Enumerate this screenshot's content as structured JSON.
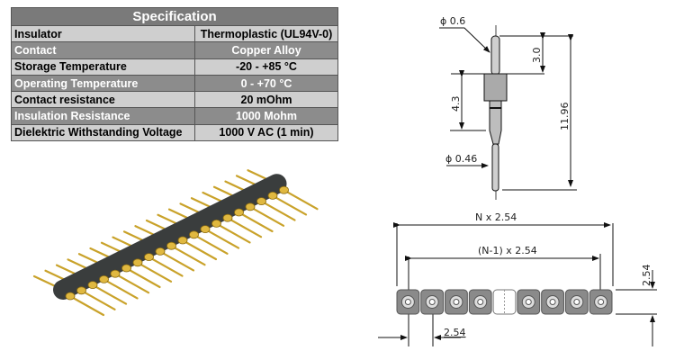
{
  "spec_table": {
    "title": "Specification",
    "rows": [
      {
        "label": "Insulator",
        "value": "Thermoplastic  (UL94V-0)"
      },
      {
        "label": "Contact",
        "value": "Copper Alloy"
      },
      {
        "label": "Storage Temperature",
        "value": "-20 - +85 °C"
      },
      {
        "label": "Operating Temperature",
        "value": "0 - +70 °C"
      },
      {
        "label": "Contact resistance",
        "value": "20 mOhm"
      },
      {
        "label": "Insulation Resistance",
        "value": "1000 Mohm"
      },
      {
        "label": "Dielektric Withstanding Voltage",
        "value": "1000 V AC (1 min)"
      }
    ]
  },
  "pin_drawing": {
    "tip_diameter": "ϕ 0.6",
    "tip_length": "3.0",
    "collar_length": "4.3",
    "total_length": "11.96",
    "tail_diameter": "ϕ 0.46"
  },
  "strip_drawing": {
    "overall_length": "N x 2.54",
    "pitch_span": "(N-1) x 2.54",
    "pitch": "2.54",
    "width": "2.54",
    "cell_count": 9
  },
  "photo": {
    "pin_count": 20
  },
  "colors": {
    "gold": "#c9a22a",
    "body": "#3a3d3d",
    "strip": "#8a8a8a"
  }
}
